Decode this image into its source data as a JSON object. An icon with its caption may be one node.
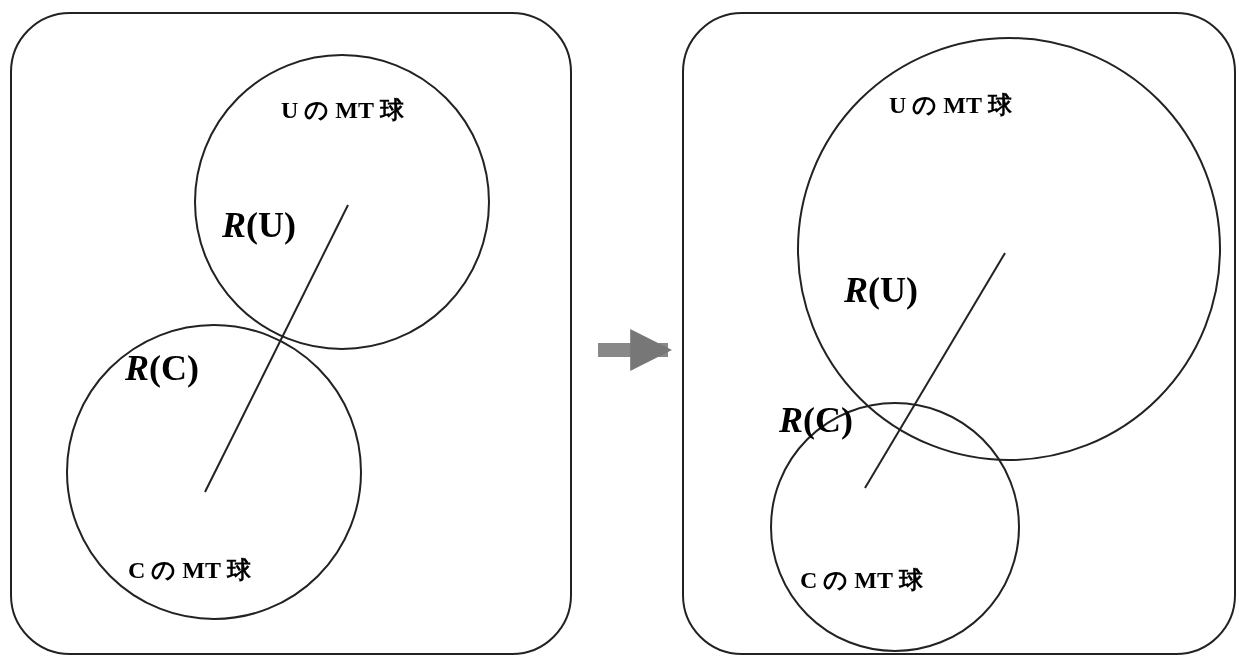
{
  "diagram": {
    "nodes": [
      {
        "text": [],
        "shape": "box"
      },
      {
        "text": [
          "U の MT 球"
        ],
        "in": 0
      },
      {
        "text": [
          "C の MT 球"
        ],
        "in": 0
      },
      {
        "text": [],
        "shape": "box"
      },
      {
        "text": [
          "U の MT 球"
        ],
        "in": 3
      },
      {
        "text": [
          "C の MT 球"
        ],
        "in": 3
      }
    ],
    "edges": [
      {
        "from": 0,
        "to": 3,
        "arrow": "to",
        "style": "thick",
        "color": "#888888"
      },
      {
        "from": 1,
        "to": 2,
        "arrow": "none"
      },
      {
        "from": 4,
        "to": 5,
        "arrow": "none"
      }
    ],
    "labels": [
      "*R*(U)",
      "*R*(C)",
      "*R*(U)",
      "*R*(C)"
    ]
  }
}
